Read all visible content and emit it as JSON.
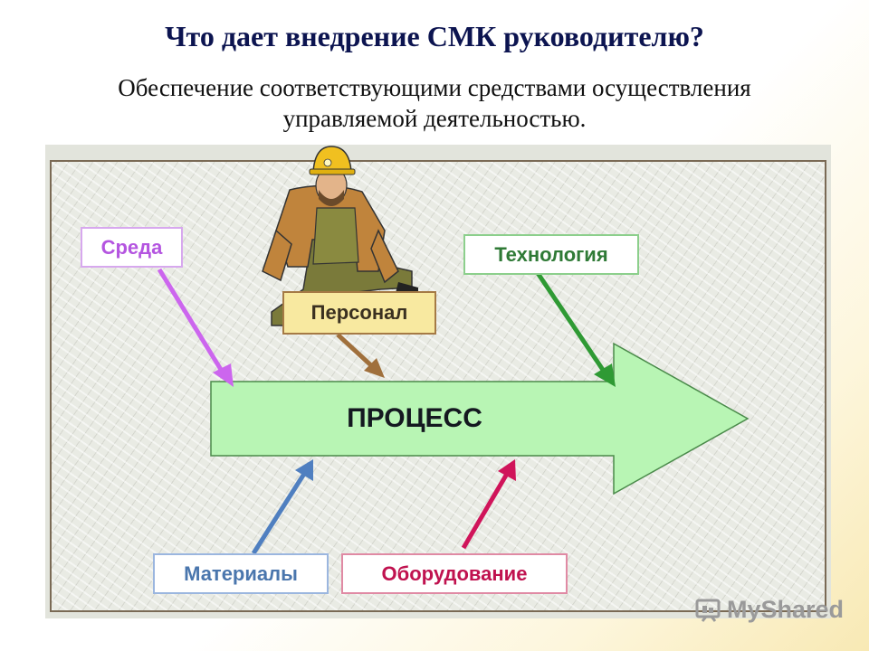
{
  "title": "Что дает внедрение СМК руководителю?",
  "subtitle": {
    "line1": "Обеспечение соответствующими средствами осуществления",
    "line2": "управляемой деятельностью."
  },
  "diagram": {
    "center": "ПРОЦЕСС",
    "inputs": {
      "environment": "Среда",
      "personnel": "Персонал",
      "technology": "Технология",
      "materials": "Материалы",
      "equipment": "Оборудование"
    },
    "colors": {
      "process_fill": "#b8f5b4",
      "environment": "#cc66ee",
      "personnel": "#a0703c",
      "technology": "#2f9a34",
      "materials": "#4f7fc0",
      "equipment": "#d0145a"
    }
  },
  "watermark": {
    "text": "MyShared",
    "icon": "myshared-logo-icon"
  }
}
